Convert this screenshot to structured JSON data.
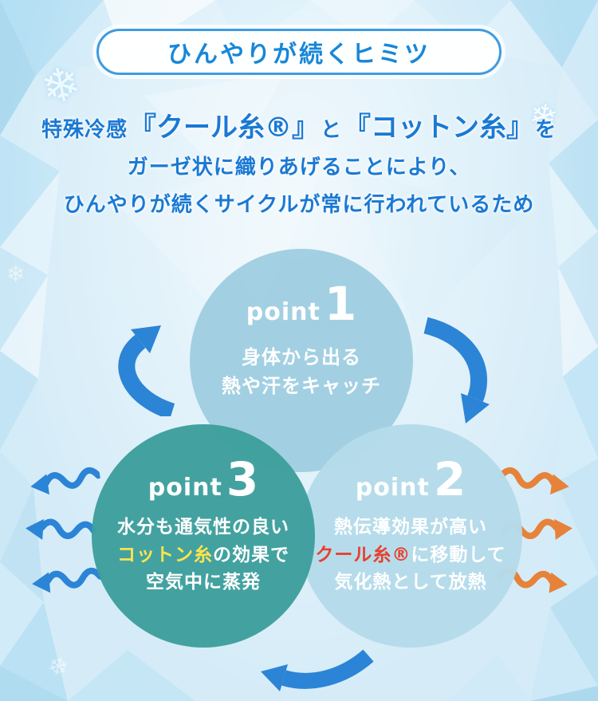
{
  "title": "ひんやりが続くヒミツ",
  "subtitle": {
    "line1": {
      "prefix": "特殊冷感",
      "term1": "『クール糸®』",
      "connector": "と",
      "term2": "『コットン糸』",
      "suffix": "を"
    },
    "line2": "ガーゼ状に織りあげることにより、",
    "line3": "ひんやりが続くサイクルが常に行われているため"
  },
  "cycle": {
    "p1": {
      "label": "point",
      "number": "1",
      "line1": "身体から出る",
      "line2": "熱や汗をキャッチ"
    },
    "p2": {
      "label": "point",
      "number": "2",
      "line1": "熱伝導効果が高い",
      "highlight": "クール糸®",
      "line2_rest": "に移動して",
      "line3": "気化熱として放熱"
    },
    "p3": {
      "label": "point",
      "number": "3",
      "line1": "水分も通気性の良い",
      "highlight": "コットン糸",
      "line2_rest": "の効果で",
      "line3": "空気中に蒸発"
    }
  },
  "icons": {
    "snowflake": "❄"
  },
  "colors": {
    "title_blue": "#1787d9",
    "text_blue": "#1a79d4",
    "point1_fill": "#9ecde0",
    "point2_fill": "#b5dbea",
    "point3_fill": "#3e9f9d",
    "arrow_blue": "#2b84d6",
    "wave_orange": "#e68239",
    "highlight_red": "#e8402d",
    "highlight_yellow": "#ffe44d",
    "background": "#d5ecf8"
  }
}
